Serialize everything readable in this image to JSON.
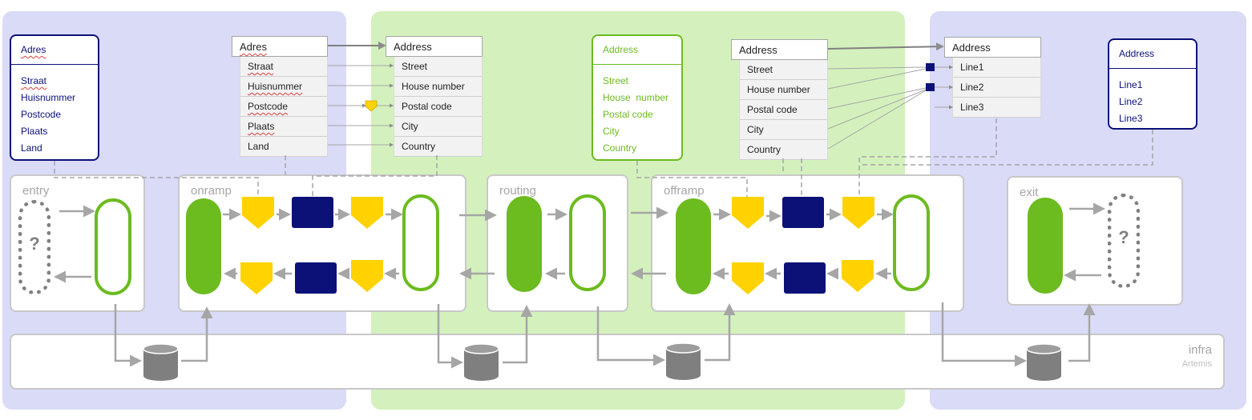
{
  "stages": {
    "entry": "entry",
    "onramp": "onramp",
    "routing": "routing",
    "offramp": "offramp",
    "exit": "exit"
  },
  "infra": {
    "title": "infra",
    "subtitle": "Artemis"
  },
  "unknown_symbol": "?",
  "models": {
    "dutch_model": {
      "title": "Adres",
      "fields": [
        "Straat",
        "Huisnummer",
        "Postcode",
        "Plaats",
        "Land"
      ]
    },
    "canonical_model": {
      "title": "Address",
      "fields": [
        "Street",
        "House  number",
        "Postal code",
        "City",
        "Country"
      ]
    },
    "line_model": {
      "title": "Address",
      "fields": [
        "Line1",
        "Line2",
        "Line3"
      ]
    }
  },
  "mappings": {
    "onramp_source": {
      "title": "Adres",
      "rows": [
        "Straat",
        "Huisnummer",
        "Postcode",
        "Plaats",
        "Land"
      ]
    },
    "onramp_target": {
      "title": "Address",
      "rows": [
        "Street",
        "House number",
        "Postal code",
        "City",
        "Country"
      ]
    },
    "offramp_source": {
      "title": "Address",
      "rows": [
        "Street",
        "House number",
        "Postal code",
        "City",
        "Country"
      ]
    },
    "offramp_target": {
      "title": "Address",
      "rows": [
        "Line1",
        "Line2",
        "Line3"
      ]
    }
  },
  "colors": {
    "outer_region": "#d9dbf7",
    "canonical_region": "#d4f1bd",
    "green": "#6cbb1f",
    "navy": "#0c1178",
    "yellow": "#ffd200",
    "gray": "#a6a6a6"
  }
}
